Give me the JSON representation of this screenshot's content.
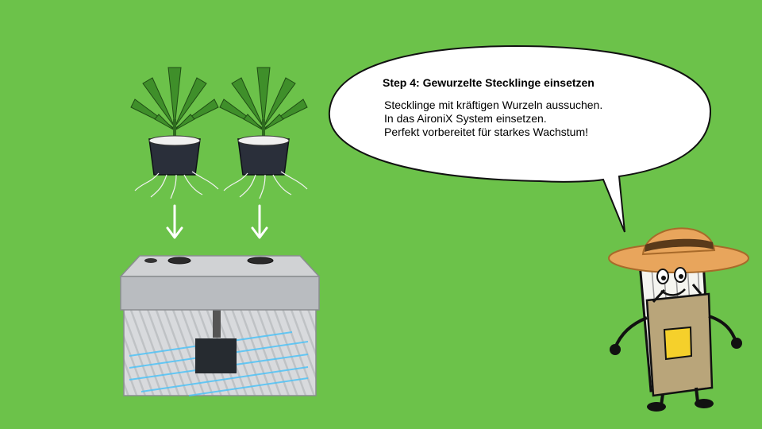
{
  "bubble": {
    "title": "Step 4: Gewurzelte Stecklinge einsetzen",
    "lines": [
      "Stecklinge mit kräftigen Wurzeln aussuchen.",
      "In das AironiX System einsetzen.",
      "Perfekt vorbereitet für starkes Wachstum!"
    ]
  },
  "colors": {
    "background": "#6cc24a",
    "leaf": "#3f8f2a",
    "pot": "#2a2f3a",
    "arrow": "#ffffff",
    "box_lid": "#b9bcc0",
    "water_lines": "#4fc3f7",
    "hat": "#e8a55c",
    "apron": "#b9a57a",
    "pocket": "#f5d02b"
  },
  "icons": [
    "cannabis-seedling-icon",
    "down-arrow-icon",
    "hydroponic-box-icon",
    "gardener-mascot-icon"
  ]
}
